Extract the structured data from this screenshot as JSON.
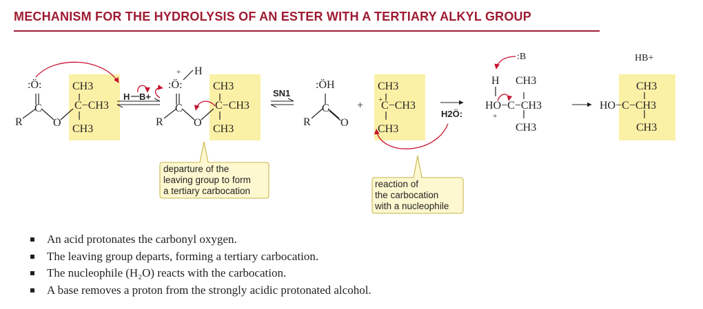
{
  "title": "MECHANISM FOR THE HYDROLYSIS OF AN ESTER WITH A TERTIARY ALKYL GROUP",
  "colors": {
    "title": "#9e1b32",
    "highlight": "#fbf1a6",
    "arrow": "#c8102e",
    "callout_border": "#c9b54a",
    "text": "#231f20"
  },
  "labels": {
    "o_dots": ":Ö:",
    "o_plus": "+",
    "ch3": "CH3",
    "c": "C",
    "c_ch3": "C−CH3",
    "r": "R",
    "o": "O",
    "h": "H",
    "hb": "H",
    "b_plus": "B+",
    "sn1": "SN1",
    "oh": ":ÖH",
    "plus": "+",
    "h2o": "H2Ö:",
    "ho": "HO",
    "ho_c": "HO−C−CH3",
    "ho_dash": "HO−",
    "b_base": ":B",
    "hb_plus": "HB+"
  },
  "callouts": {
    "departure": [
      "departure of the",
      "leaving group to form",
      "a tertiary carbocation"
    ],
    "reaction": [
      "reaction of",
      "the carbocation",
      "with a nucleophile"
    ]
  },
  "bullets": [
    "An acid protonates the carbonyl oxygen.",
    "The leaving group departs, forming a tertiary carbocation.",
    "The nucleophile (H₂O) reacts with the carbocation.",
    "A base removes a proton from the strongly acidic protonated alcohol."
  ]
}
